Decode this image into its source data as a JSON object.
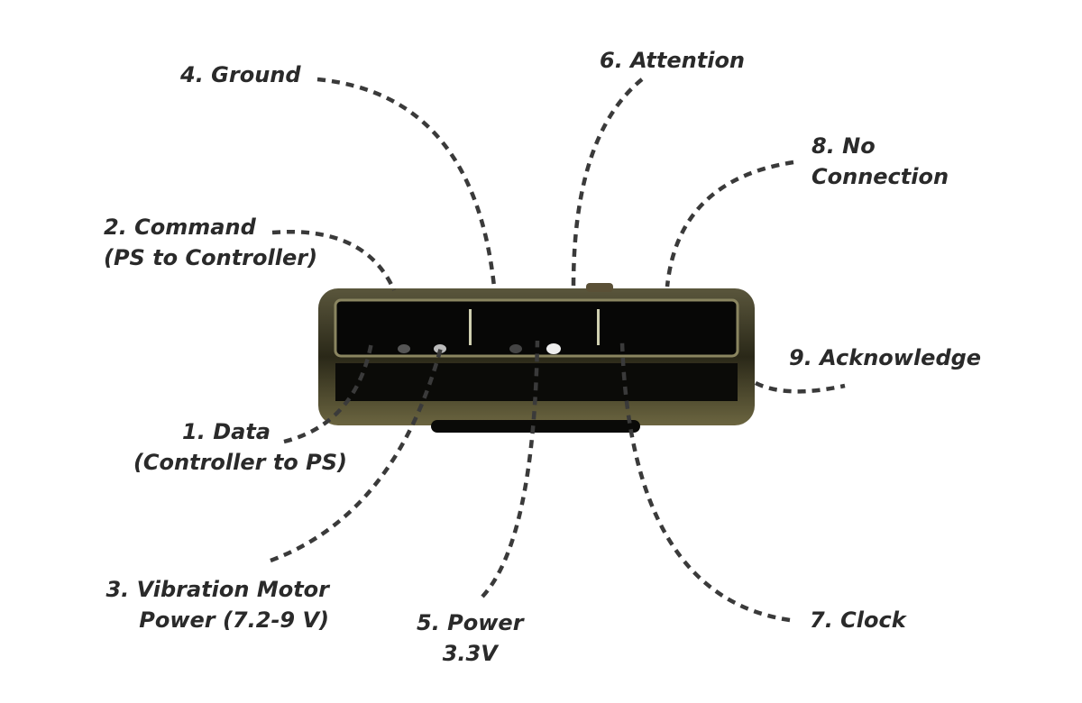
{
  "pins": [
    {
      "id": "4",
      "lines": [
        "4. Ground"
      ]
    },
    {
      "id": "6",
      "lines": [
        "6. Attention"
      ]
    },
    {
      "id": "8",
      "lines": [
        "8. No",
        "Connection"
      ]
    },
    {
      "id": "2",
      "lines": [
        "2. Command",
        "(PS to Controller)"
      ]
    },
    {
      "id": "9",
      "lines": [
        "9. Acknowledge"
      ]
    },
    {
      "id": "1",
      "lines": [
        "1. Data",
        "(Controller to PS)"
      ]
    },
    {
      "id": "3",
      "lines": [
        "3. Vibration Motor",
        "Power (7.2-9 V)"
      ]
    },
    {
      "id": "5",
      "lines": [
        "5. Power",
        "3.3V"
      ]
    },
    {
      "id": "7",
      "lines": [
        "7. Clock"
      ]
    }
  ],
  "colors": {
    "text": "#2a2a2a",
    "line": "#3a3a3a",
    "connector_body": "#4a4630",
    "connector_inner": "#0a0a08"
  }
}
